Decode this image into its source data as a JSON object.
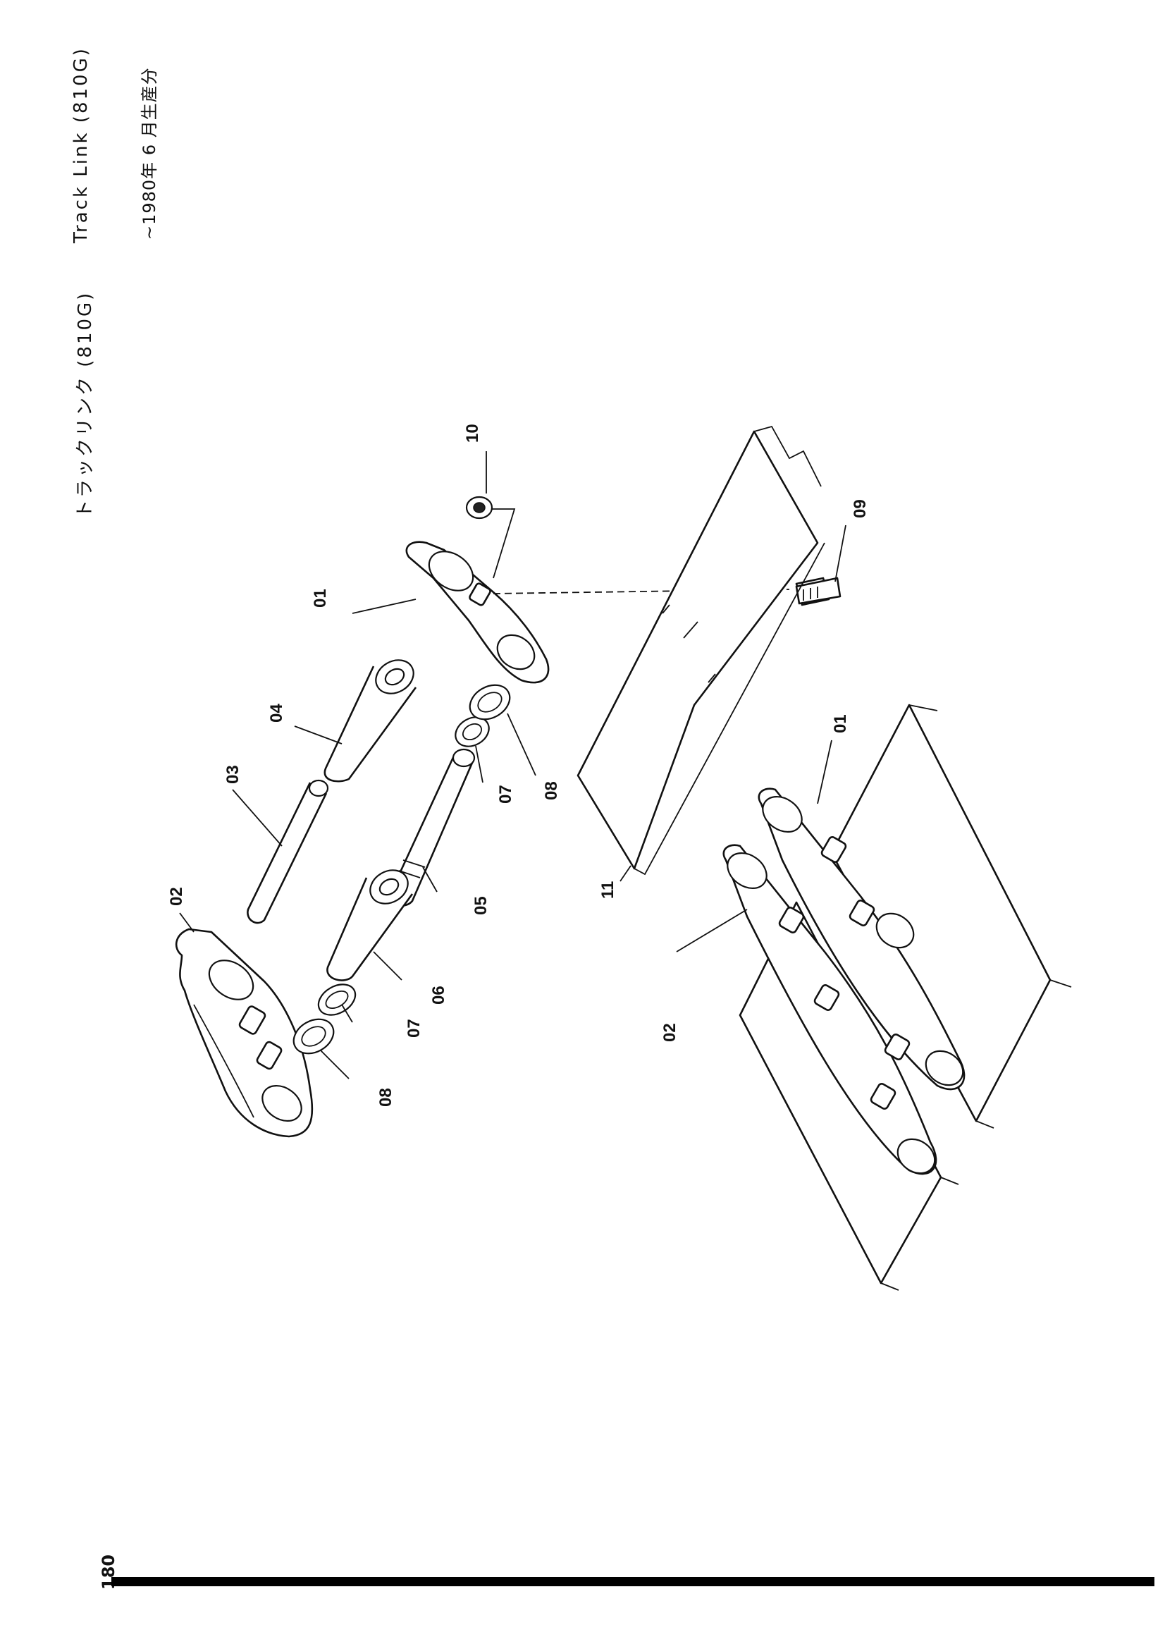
{
  "header": {
    "title_jp": "トラックリンク (810G)",
    "title_en": "Track Link (810G)",
    "production_note": "~1980年 6 月生産分"
  },
  "page_number": "180",
  "callouts": {
    "c01_upper": "01",
    "c01_lower": "01",
    "c02_upper": "02",
    "c02_lower": "02",
    "c03": "03",
    "c04": "04",
    "c05": "05",
    "c06": "06",
    "c07_left": "07",
    "c07_right": "07",
    "c08_left": "08",
    "c08_right": "08",
    "c09": "09",
    "c10": "10",
    "c11": "11"
  }
}
